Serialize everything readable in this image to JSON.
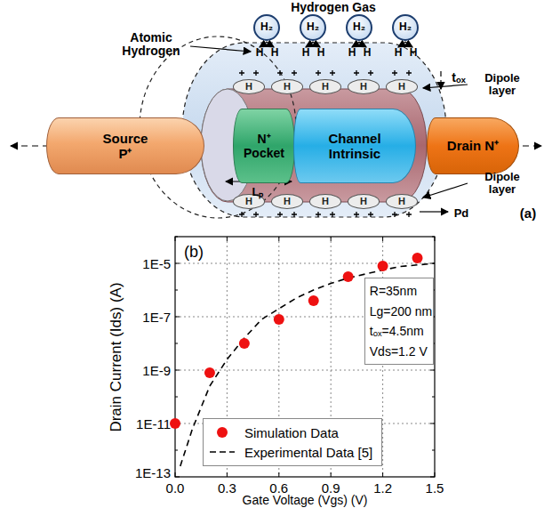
{
  "diagram": {
    "nodes": [
      {
        "text": [
          "Source P⁺"
        ]
      },
      {
        "text": [
          "N⁺ Pocket"
        ]
      },
      {
        "text": [
          "Channel Intrinsic"
        ]
      },
      {
        "text": [
          "Drain N⁺"
        ]
      },
      {
        "text": [
          "H₂"
        ]
      },
      {
        "text": [
          "H₂"
        ]
      },
      {
        "text": [
          "H₂"
        ]
      },
      {
        "text": [
          "H₂"
        ]
      },
      {
        "text": [
          "H"
        ]
      },
      {
        "text": [
          "H"
        ]
      },
      {
        "text": [
          "H"
        ]
      },
      {
        "text": [
          "H"
        ]
      },
      {
        "text": [
          "H"
        ]
      },
      {
        "text": [
          "H"
        ]
      },
      {
        "text": [
          "H"
        ]
      },
      {
        "text": [
          "H"
        ]
      },
      {
        "text": [
          "H"
        ]
      },
      {
        "text": [
          "H"
        ]
      },
      {
        "text": [
          "R=35nm",
          "Lg=200 nm",
          "tₒₓ=4.5nm",
          "Vds=1.2 V"
        ]
      }
    ],
    "labels": [
      "Hydrogen Gas",
      "Atomic Hydrogen",
      "H",
      "H",
      "H",
      "H",
      "H",
      "H",
      "H",
      "H",
      "Dipole layer",
      "Dipole layer",
      "tₒₓ",
      "Lₚ",
      "Pd",
      "(a)",
      "(b)",
      "1E-5",
      "1E-7",
      "1E-9",
      "1E-11",
      "1E-13",
      "0.0",
      "0.3",
      "0.6",
      "0.9",
      "1.2",
      "1.5",
      "Drain Current (Ids) (A)",
      "Gate Voltage (Vgs) (V)"
    ],
    "legend": [
      {
        "text": "Simulation Data"
      },
      {
        "text": "Experimental Data [5]"
      }
    ]
  }
}
